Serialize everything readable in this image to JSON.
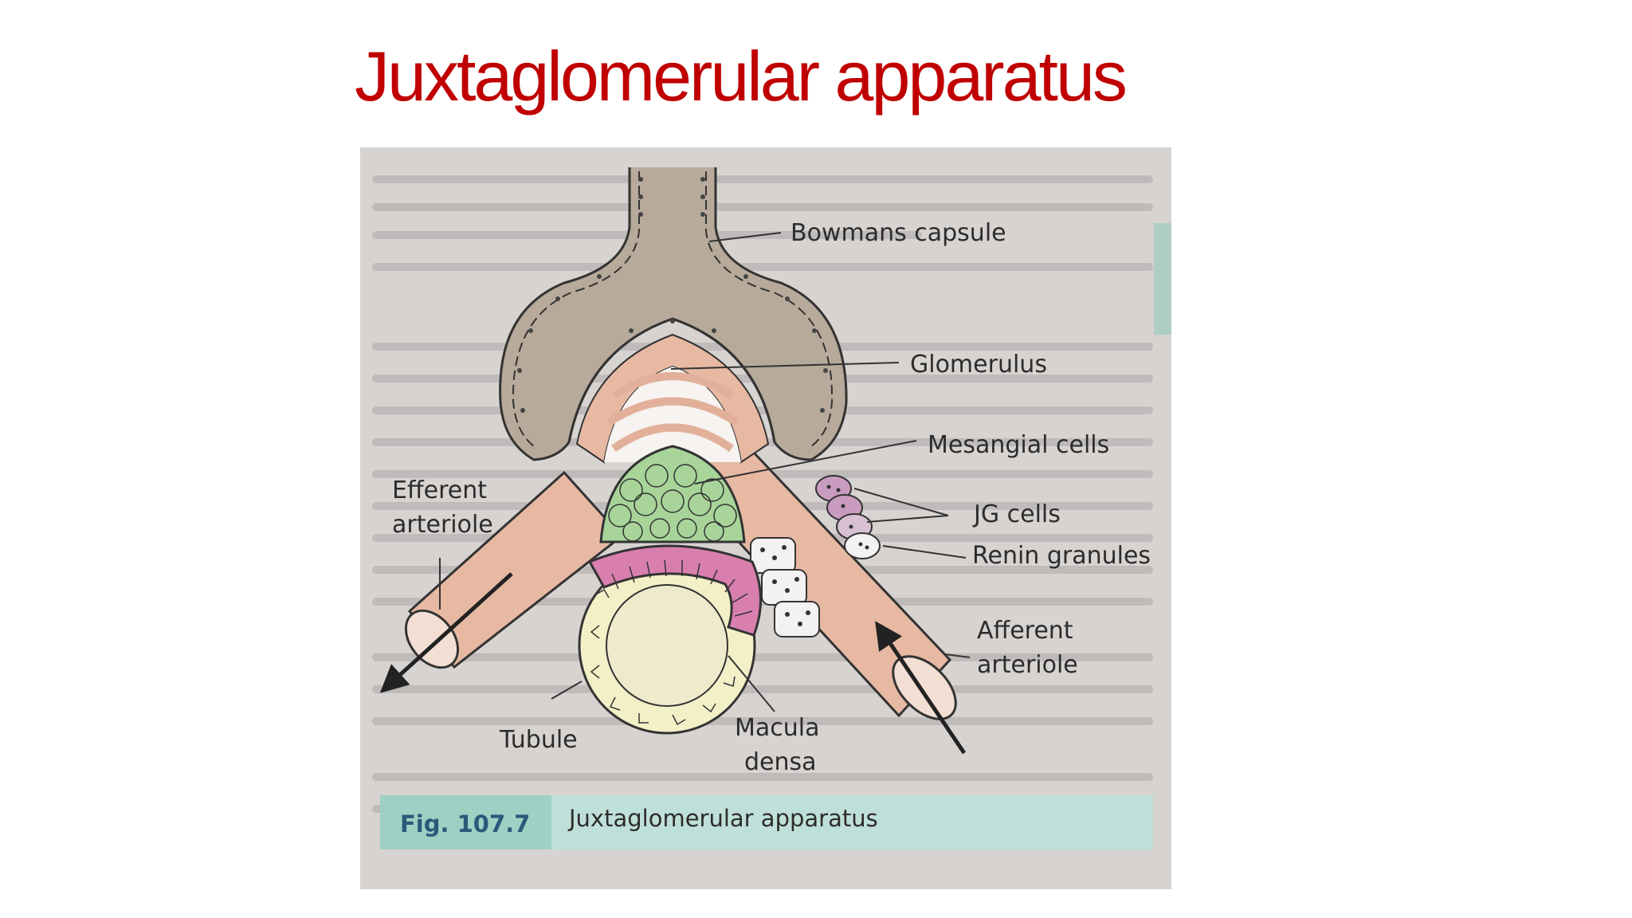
{
  "slide": {
    "title": "Juxtaglomerular apparatus",
    "title_color": "#c00000"
  },
  "figure": {
    "labels": {
      "bowmans_capsule": "Bowmans capsule",
      "glomerulus": "Glomerulus",
      "mesangial_cells": "Mesangial cells",
      "jg_cells": "JG cells",
      "renin_granules": "Renin granules",
      "efferent_line1": "Efferent",
      "efferent_line2": "arteriole",
      "afferent_line1": "Afferent",
      "afferent_line2": "arteriole",
      "tubule": "Tubule",
      "macula_line1": "Macula",
      "macula_line2": "densa"
    },
    "caption": {
      "number": "Fig. 107.7",
      "text": "Juxtaglomerular apparatus"
    },
    "colors": {
      "arteriole": "#e7b9a3",
      "capsule": "#b8aa9a",
      "mesangial": "#a8d49a",
      "macula_densa": "#d87fae",
      "jg_cells": "#c99cbf",
      "tubule": "#f3f0c8",
      "caption_band": "#bfe0d8"
    }
  }
}
